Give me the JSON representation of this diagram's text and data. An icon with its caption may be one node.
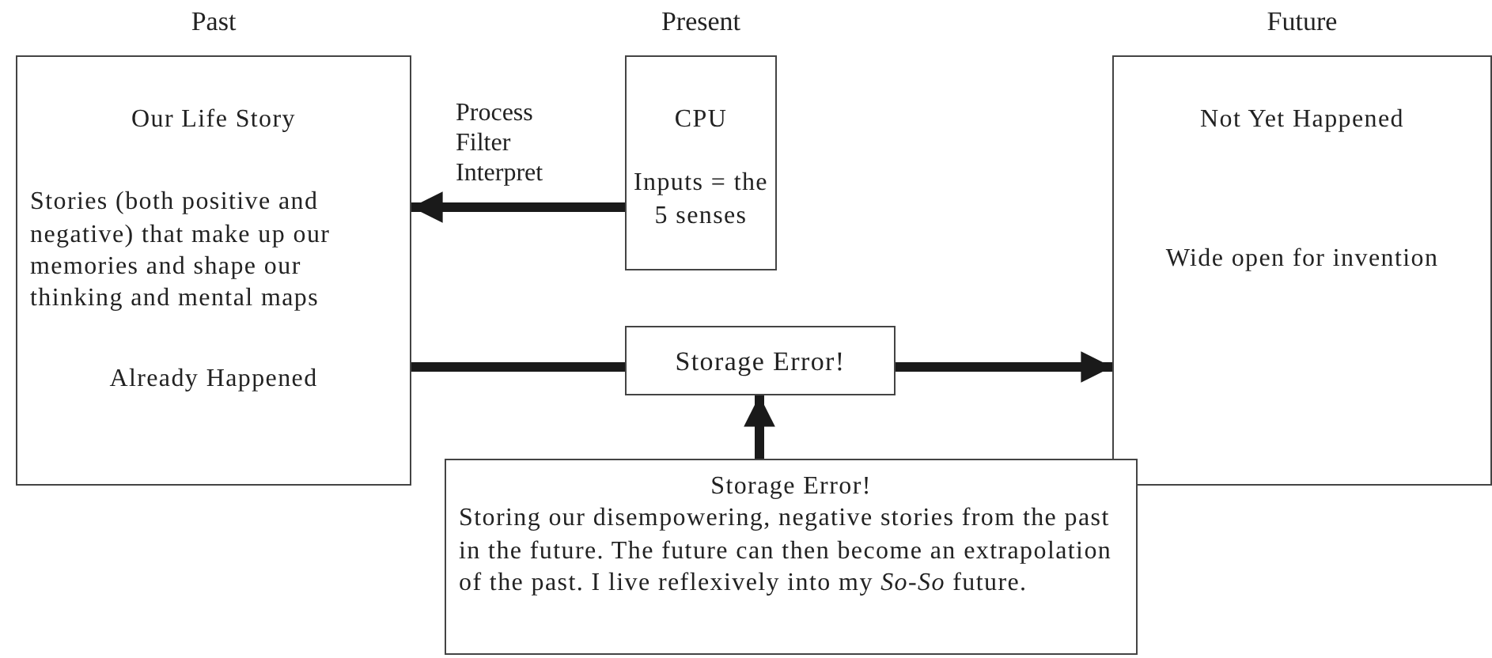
{
  "diagram": {
    "nodes": [
      {
        "text": [
          "Past",
          "Our Life Story",
          "Stories (both positive and negative) that make up our memories and shape our thinking and mental maps",
          "Already Happened"
        ]
      },
      {
        "text": [
          "Present",
          "CPU",
          "Inputs = the 5 senses"
        ]
      },
      {
        "text": [
          "Future",
          "Not Yet Happened",
          "Wide open for invention"
        ]
      },
      {
        "text": [
          "Storage Error!"
        ]
      },
      {
        "text": [
          "Storage Error!",
          "Storing our disempowering, negative stories from the past in the future. The future can then become an extrapolation of the past. I live reflexively into my *So-So* future."
        ]
      }
    ],
    "edges": [
      {
        "from": 1,
        "to": 0,
        "arrow": "to",
        "label": "Process Filter Interpret"
      },
      {
        "from": 0,
        "to": 3,
        "arrow": "none"
      },
      {
        "from": 3,
        "to": 2,
        "arrow": "to"
      },
      {
        "from": 4,
        "to": 3,
        "arrow": "to"
      }
    ]
  }
}
